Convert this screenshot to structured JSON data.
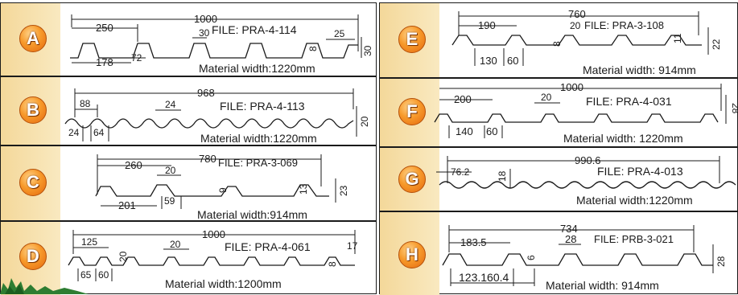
{
  "rows": [
    {
      "letter": "A",
      "file": "FILE: PRA-4-114",
      "width": "Material width:1220mm",
      "dims": {
        "total": "1000",
        "pitch": "250",
        "top": "30",
        "edge": "25",
        "depth_small": "8",
        "height": "30",
        "valley": "178",
        "top_bottom": "72"
      }
    },
    {
      "letter": "B",
      "file": "FILE: PRA-4-113",
      "width": "Material width:1220mm",
      "dims": {
        "total": "968",
        "pitch": "88",
        "crest": "24",
        "height": "20",
        "lower_a": "24",
        "lower_b": "64"
      }
    },
    {
      "letter": "C",
      "file": "FILE: PRA-3-069",
      "width": "Material width:914mm",
      "dims": {
        "total": "780",
        "pitch": "260",
        "top": "20",
        "depth_a": "9",
        "depth_b": "13",
        "height": "23",
        "valley": "201",
        "bottom": "59"
      }
    },
    {
      "letter": "D",
      "file": "FILE: PRA-4-061",
      "width": "Material width:1200mm",
      "dims": {
        "total": "1000",
        "pitch": "125",
        "rib": "20",
        "top": "20",
        "edge": "17",
        "depth": "8",
        "lower_a": "65",
        "lower_b": "60"
      }
    },
    {
      "letter": "E",
      "file": "FILE: PRA-3-108",
      "width": "Material width: 914mm",
      "dims": {
        "total": "760",
        "pitch": "190",
        "top": "20",
        "depth_a": "8",
        "depth_b": "11",
        "height": "22",
        "lower_a": "130",
        "lower_b": "60"
      }
    },
    {
      "letter": "F",
      "file": "FILE: PRA-4-031",
      "width": "Material width: 1220mm",
      "dims": {
        "total": "1000",
        "pitch": "200",
        "top": "20",
        "height": "28",
        "lower_a": "140",
        "lower_b": "60"
      }
    },
    {
      "letter": "G",
      "file": "FILE: PRA-4-013",
      "width": "Material width:1220mm",
      "dims": {
        "total": "990.6",
        "pitch": "76.2",
        "height": "18"
      }
    },
    {
      "letter": "H",
      "file": "FILE: PRB-3-021",
      "width": "Material width: 914mm",
      "dims": {
        "total": "734",
        "pitch": "183.5",
        "top": "28",
        "depth": "6",
        "height": "28",
        "lower": "123.160.4"
      }
    }
  ],
  "colors": {
    "badge": "#f08a1e",
    "stripe": "#f6dfaa",
    "ink": "#1a1a1a",
    "leaf": "#2e7d32"
  }
}
